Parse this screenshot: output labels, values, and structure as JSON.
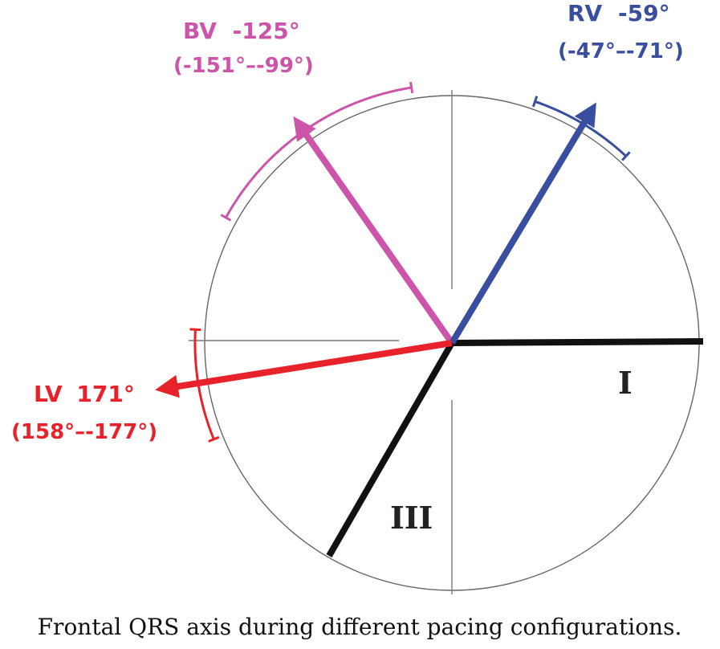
{
  "caption": "Frontal QRS axis during different pacing configurations.",
  "colors": {
    "bv": "#cc55aa",
    "rv": "#3a4ea0",
    "lv": "#e8222a",
    "lead": "#111111",
    "circle": "#666666"
  },
  "vectors": {
    "bv": {
      "line1_name": "BV",
      "line1_value": "-125°",
      "line2": "(-151°–-99°)",
      "angle_deg": -125,
      "range_deg": [
        -151,
        -99
      ]
    },
    "rv": {
      "line1_name": "RV",
      "line1_value": "-59°",
      "line2": "(-47°–-71°)",
      "angle_deg": -59,
      "range_deg": [
        -71,
        -47
      ]
    },
    "lv": {
      "line1_name": "LV",
      "line1_value": "171°",
      "line2": "(158°–-177°)",
      "angle_deg": 171,
      "range_deg": [
        158,
        183
      ]
    }
  },
  "leads": {
    "lead_i": {
      "label": "I",
      "angle_deg": 0
    },
    "lead_iii": {
      "label": "III",
      "angle_deg": 120
    }
  }
}
